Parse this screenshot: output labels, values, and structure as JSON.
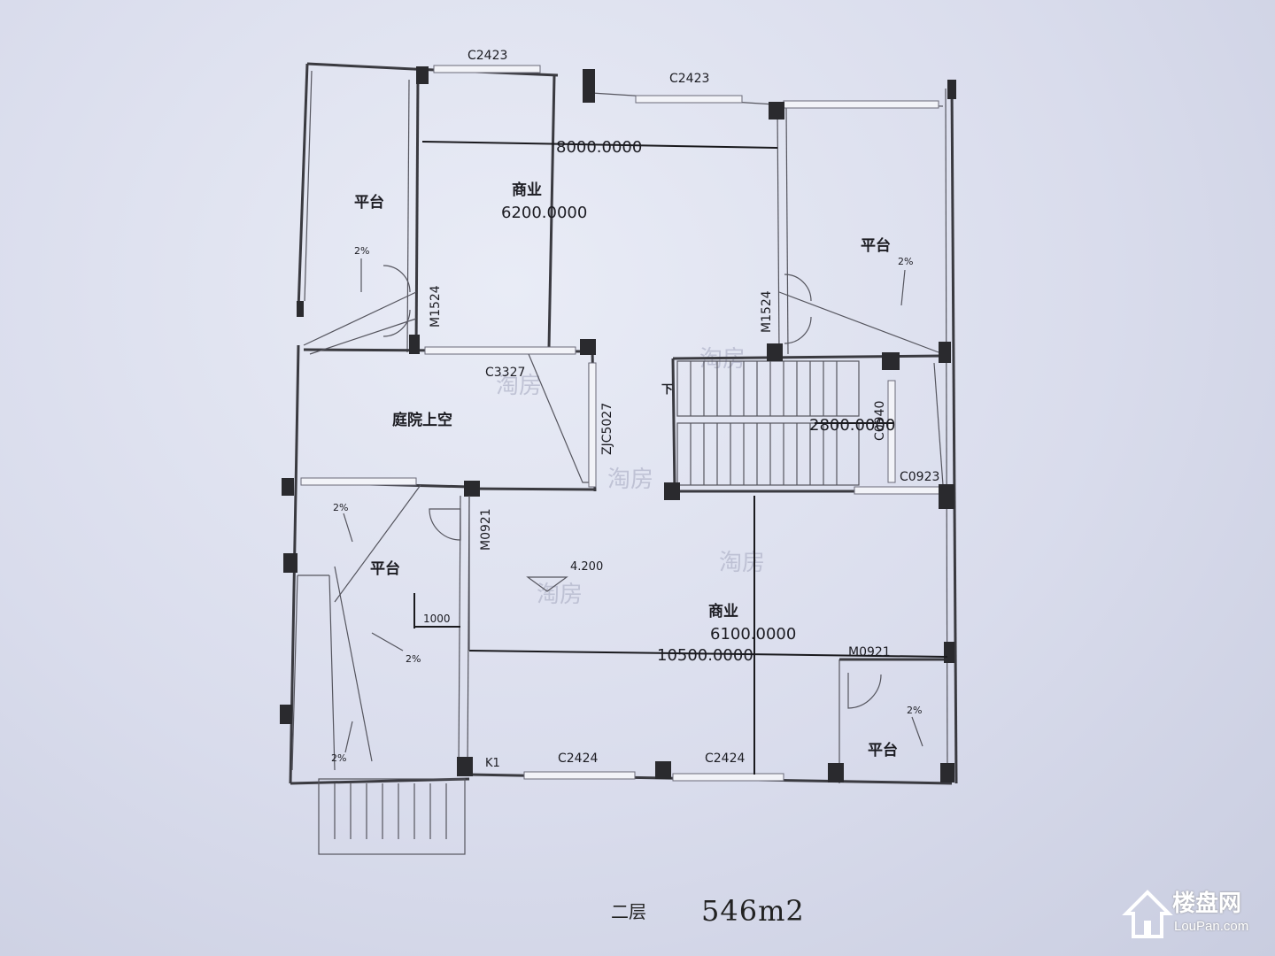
{
  "plan": {
    "rooms": {
      "terrace_nw": "平台",
      "terrace_ne": "平台",
      "terrace_w": "平台",
      "terrace_se": "平台",
      "commercial_n": "商业",
      "commercial_s": "商业",
      "courtyard": "庭院上空"
    },
    "dimensions": {
      "d_8000": "8000.0000",
      "d_6200": "6200.0000",
      "d_2800": "2800.0000",
      "d_6100": "6100.0000",
      "d_10500": "10500.0000",
      "d_1000": "1000"
    },
    "openings": {
      "c2423_a": "C2423",
      "c2423_b": "C2423",
      "m1524_a": "M1524",
      "m1524_b": "M1524",
      "c3327": "C3327",
      "zjc5027": "ZJC5027",
      "m0921_a": "M0921",
      "m0921_b": "M0921",
      "c0923": "C0923",
      "c0940": "C0940",
      "c2424_a": "C2424",
      "c2424_b": "C2424",
      "k1": "K1"
    },
    "slopes": {
      "s1": "2%",
      "s2": "2%",
      "s3": "2%",
      "s4": "2%",
      "s5": "2%",
      "s6": "2%"
    },
    "elevation": "4.200",
    "stair_down": "下"
  },
  "footer": {
    "floor": "二层",
    "area": "546m2"
  },
  "watermark": {
    "text": "淘房",
    "brand_cn": "楼盘网",
    "brand_en": "LouPan.com"
  }
}
